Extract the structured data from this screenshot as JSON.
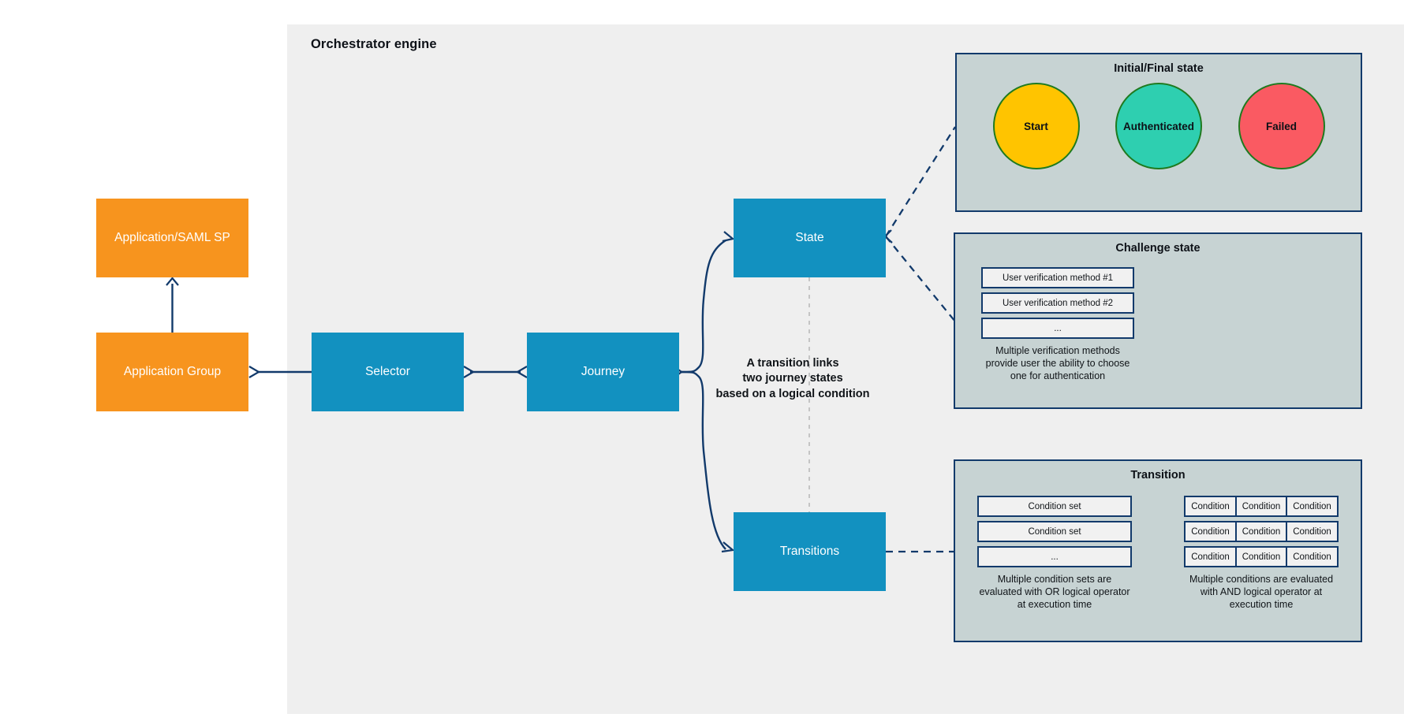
{
  "engine": {
    "title": "Orchestrator engine"
  },
  "nodes": {
    "app_saml_sp": "Application/SAML SP",
    "app_group": "Application Group",
    "selector": "Selector",
    "journey": "Journey",
    "state": "State",
    "transitions": "Transitions"
  },
  "annotations": {
    "transition_note": "A transition links\ntwo journey states\nbased on a logical condition"
  },
  "panels": {
    "initial_final": {
      "title": "Initial/Final state",
      "circles": [
        {
          "label": "Start",
          "color": "#ffc400",
          "border": "#1f7a1f"
        },
        {
          "label": "Authenticated",
          "color": "#2ecfb0",
          "border": "#1f7a1f"
        },
        {
          "label": "Failed",
          "color": "#fa5a62",
          "border": "#1f7a1f"
        }
      ]
    },
    "challenge": {
      "title": "Challenge state",
      "methods": [
        "User verification method #1",
        "User verification method #2",
        "..."
      ],
      "caption": "Multiple verification methods provide user the ability to choose one for authentication"
    },
    "transition": {
      "title": "Transition",
      "left_column": {
        "items": [
          "Condition set",
          "Condition set",
          "..."
        ],
        "caption": "Multiple condition sets are evaluated with OR logical operator at execution time"
      },
      "right_column": {
        "rows": [
          [
            "Condition",
            "Condition",
            "Condition"
          ],
          [
            "Condition",
            "Condition",
            "Condition"
          ],
          [
            "Condition",
            "Condition",
            "Condition"
          ]
        ],
        "caption": "Multiple conditions are evaluated with AND logical operator at execution time"
      }
    }
  },
  "colors": {
    "canvas": "#efefef",
    "orange": "#f7941e",
    "blue": "#1291c0",
    "panel_fill": "#c7d3d3",
    "panel_border": "#123a6b",
    "connector": "#123a6b"
  }
}
